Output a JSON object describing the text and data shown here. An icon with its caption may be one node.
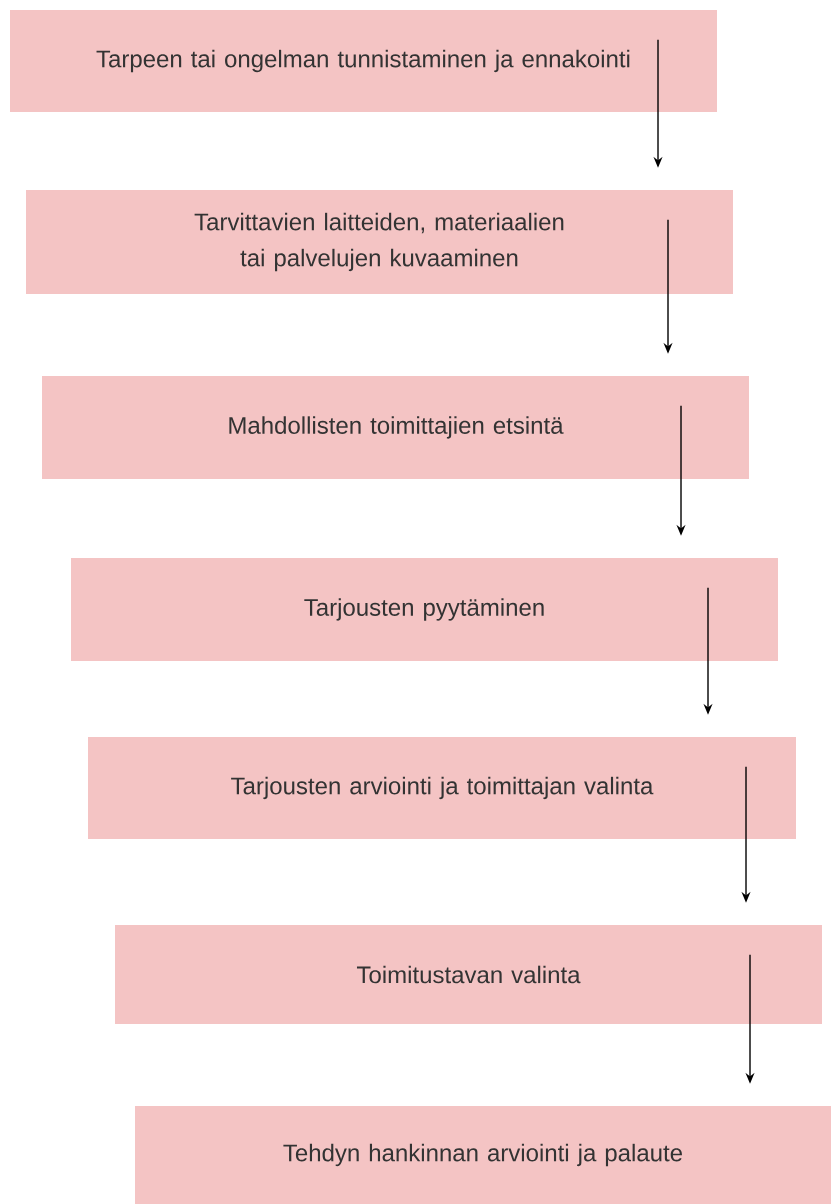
{
  "diagram": {
    "nodes": [
      {
        "text": [
          "Tarpeen tai ongelman tunnistaminen ja ennakointi"
        ]
      },
      {
        "text": [
          "Tarvittavien laitteiden, materiaalien tai palvelujen kuvaaminen"
        ]
      },
      {
        "text": [
          "Mahdollisten toimittajien etsintä"
        ]
      },
      {
        "text": [
          "Tarjousten pyytäminen"
        ]
      },
      {
        "text": [
          "Tarjousten arviointi ja toimittajan valinta"
        ]
      },
      {
        "text": [
          "Toimitustavan valinta"
        ]
      },
      {
        "text": [
          "Tehdyn hankinnan arviointi ja palaute"
        ]
      }
    ],
    "edges": [
      {
        "from": 0,
        "to": 1,
        "arrow": "to"
      },
      {
        "from": 1,
        "to": 2,
        "arrow": "to"
      },
      {
        "from": 2,
        "to": 3,
        "arrow": "to"
      },
      {
        "from": 3,
        "to": 4,
        "arrow": "to"
      },
      {
        "from": 4,
        "to": 5,
        "arrow": "to"
      },
      {
        "from": 5,
        "to": 6,
        "arrow": "to"
      }
    ]
  }
}
